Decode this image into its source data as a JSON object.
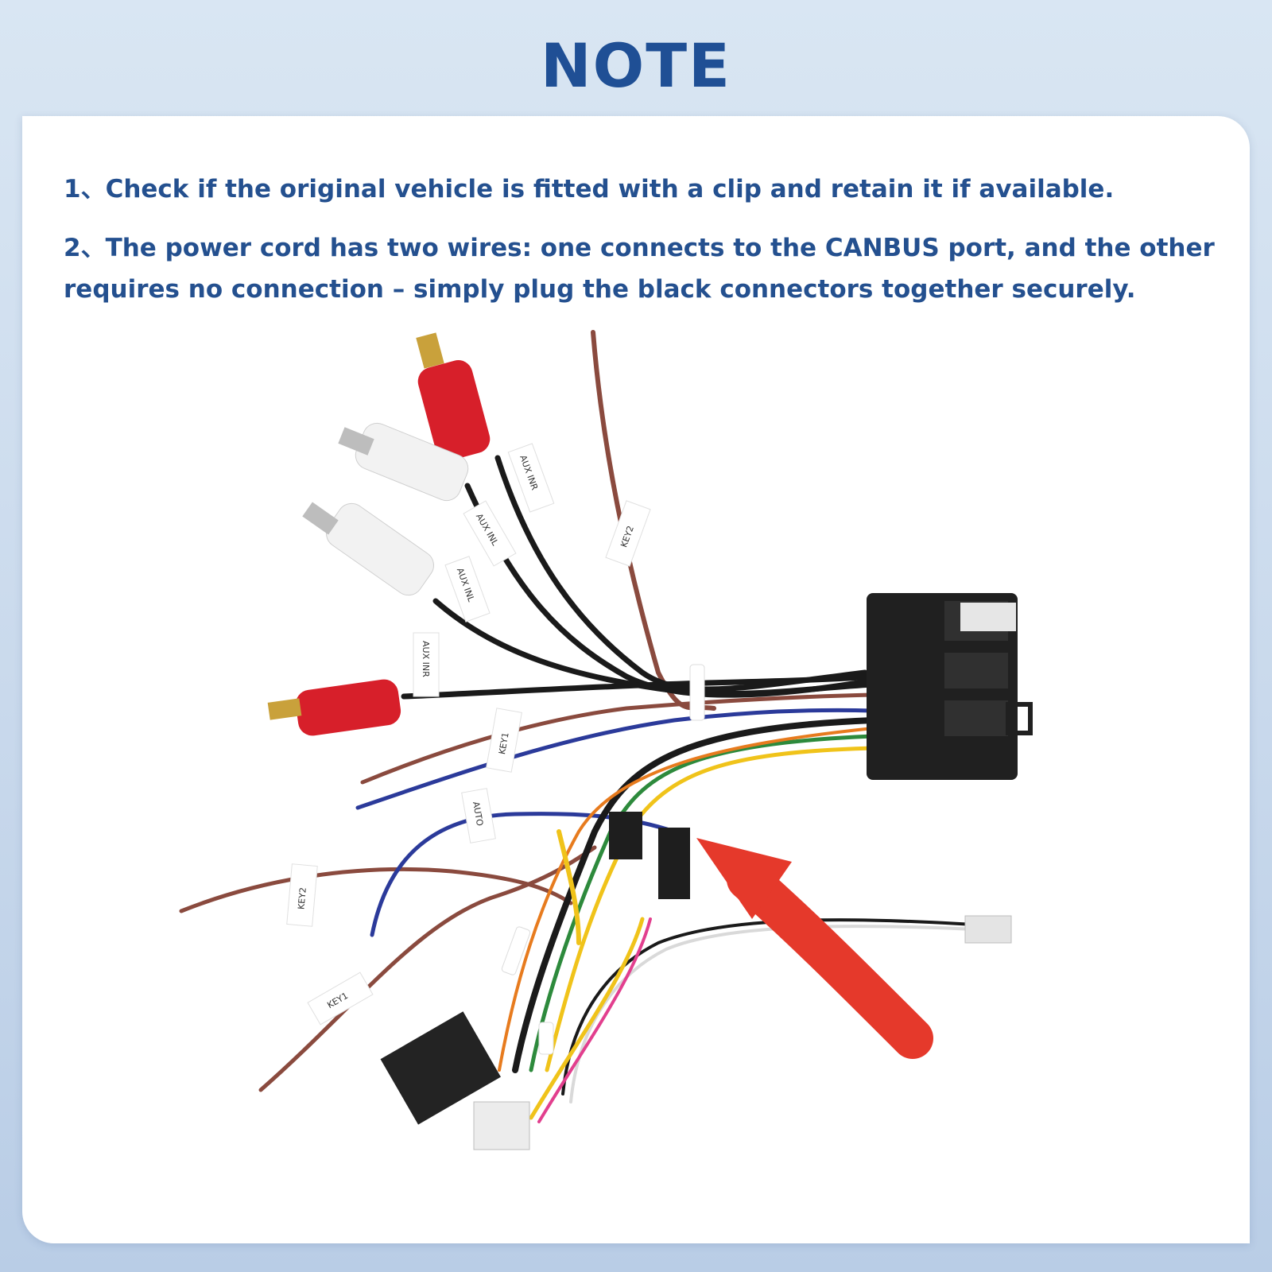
{
  "header": {
    "title": "NOTE"
  },
  "notes": [
    "1、Check if the original vehicle is fitted with a clip and retain it if available.",
    "2、The power cord has two wires: one connects to the CANBUS port, and the other requires no connection – simply plug the black connectors together securely."
  ],
  "image": {
    "subject": "wiring-harness-photo",
    "labels": {
      "aux_inr_top": "AUX INR",
      "aux_inl_a": "AUX INL",
      "aux_inl_b": "AUX INL",
      "aux_inr_left": "AUX INR",
      "key2_top": "KEY2",
      "key1_mid": "KEY1",
      "auto": "AUTO",
      "key2_left": "KEY2",
      "key1_bottom": "KEY1"
    }
  },
  "colors": {
    "title": "#1f4f95",
    "text": "#24508f",
    "arrow": "#e5392b",
    "rca_red": "#d71f2a",
    "rca_white": "#f2f2f2"
  }
}
